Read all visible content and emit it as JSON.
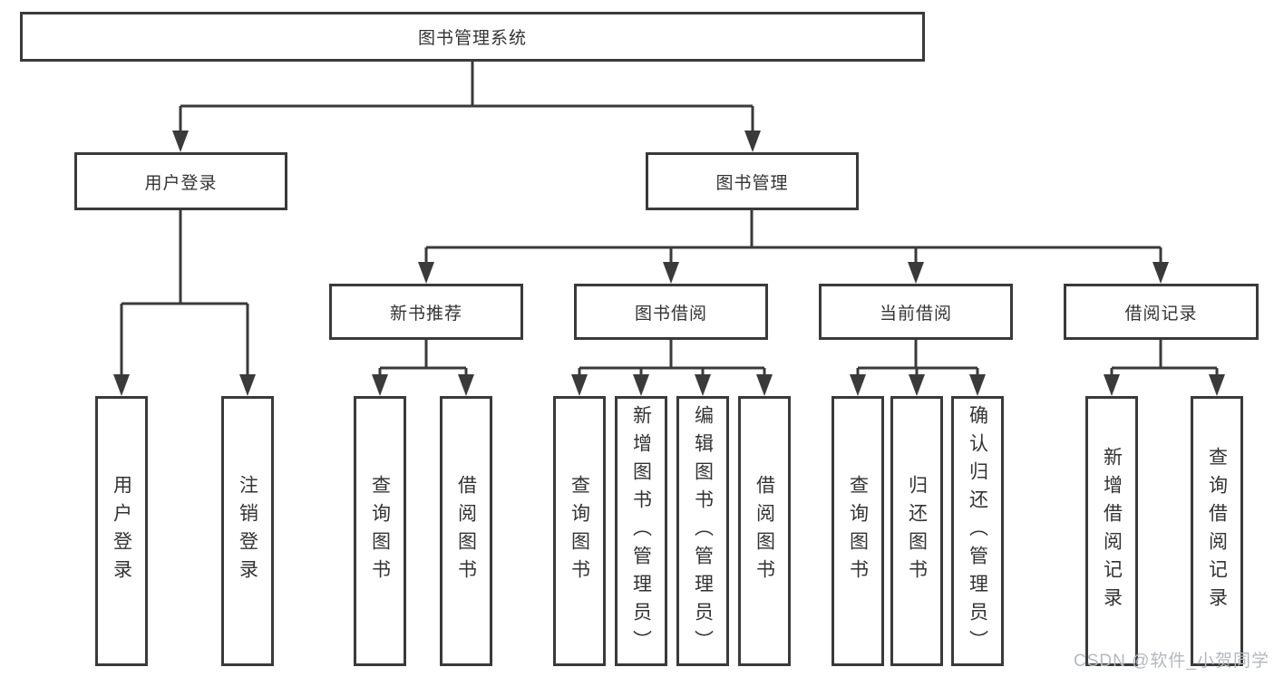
{
  "diagram": {
    "root": "图书管理系统",
    "level2": {
      "user_login": "用户登录",
      "book_management": "图书管理"
    },
    "level3": {
      "new_book_recommend": "新书推荐",
      "book_borrowing": "图书借阅",
      "current_borrowing": "当前借阅",
      "borrowing_records": "借阅记录"
    },
    "leaves": {
      "user_login": "用户登录",
      "logout": "注销登录",
      "nb_query_books": "查询图书",
      "nb_borrow_books": "借阅图书",
      "bb_query_books": "查询图书",
      "bb_add_books_admin": "新增图书（管理员）",
      "bb_edit_books_admin": "编辑图书（管理员）",
      "bb_borrow_books": "借阅图书",
      "cb_query_books": "查询图书",
      "cb_return_books": "归还图书",
      "cb_confirm_return_admin": "确认归还（管理员）",
      "br_add_record": "新增借阅记录",
      "br_query_record": "查询借阅记录"
    },
    "watermark": "CSDN @软件_小贺同学",
    "colors": {
      "line": "#3a3a3a",
      "text": "#333333",
      "background": "#ffffff",
      "watermark": "#b4b8bf"
    }
  }
}
